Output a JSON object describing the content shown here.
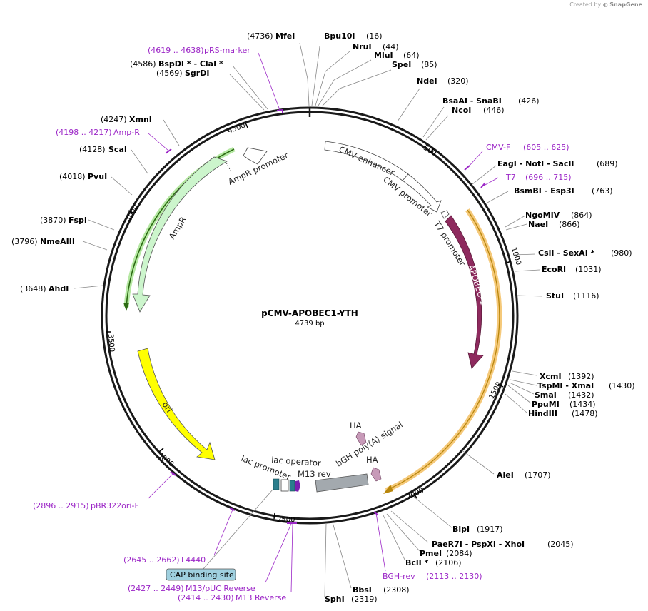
{
  "credit": {
    "prefix": "Created by",
    "brand": "SnapGene"
  },
  "plasmid": {
    "name": "pCMV-APOBEC1-YTH",
    "size_label": "4739 bp",
    "length": 4739
  },
  "scale_ticks": [
    "500",
    "1000",
    "1500",
    "2000",
    "2500",
    "3000",
    "3500",
    "4000",
    "4500"
  ],
  "enzymes": [
    {
      "name": "MfeI",
      "pos": "(4736)"
    },
    {
      "name": "Bpu10I",
      "pos": "(16)"
    },
    {
      "name": "NruI",
      "pos": "(44)"
    },
    {
      "name": "MluI",
      "pos": "(64)"
    },
    {
      "name": "SpeI",
      "pos": "(85)"
    },
    {
      "name": "NdeI",
      "pos": "(320)"
    },
    {
      "name": "BsaAI  - SnaBI",
      "pos": "(426)"
    },
    {
      "name": "NcoI",
      "pos": "(446)"
    },
    {
      "name": "EagI  - NotI  - SacII",
      "pos": "(689)"
    },
    {
      "name": "BsmBI  - Esp3I",
      "pos": "(763)"
    },
    {
      "name": "NgoMIV",
      "pos": "(864)"
    },
    {
      "name": "NaeI",
      "pos": "(866)"
    },
    {
      "name": "CsiI  - SexAI *",
      "pos": "(980)"
    },
    {
      "name": "EcoRI",
      "pos": "(1031)"
    },
    {
      "name": "StuI",
      "pos": "(1116)"
    },
    {
      "name": "XcmI",
      "pos": "(1392)"
    },
    {
      "name": "TspMI  - XmaI",
      "pos": "(1430)"
    },
    {
      "name": "SmaI",
      "pos": "(1432)"
    },
    {
      "name": "PpuMI",
      "pos": "(1434)"
    },
    {
      "name": "HindIII",
      "pos": "(1478)"
    },
    {
      "name": "AleI",
      "pos": "(1707)"
    },
    {
      "name": "BlpI",
      "pos": "(1917)"
    },
    {
      "name": "PaeR7I  - PspXI  - XhoI",
      "pos": "(2045)"
    },
    {
      "name": "PmeI",
      "pos": "(2084)"
    },
    {
      "name": "BclI *",
      "pos": "(2106)"
    },
    {
      "name": "BbsI",
      "pos": "(2308)"
    },
    {
      "name": "SphI",
      "pos": "(2319)"
    },
    {
      "name": "AhdI",
      "pos": "(3648)"
    },
    {
      "name": "NmeAIII",
      "pos": "(3796)"
    },
    {
      "name": "FspI",
      "pos": "(3870)"
    },
    {
      "name": "PvuI",
      "pos": "(4018)"
    },
    {
      "name": "ScaI",
      "pos": "(4128)"
    },
    {
      "name": "XmnI",
      "pos": "(4247)"
    },
    {
      "name": "SgrDI",
      "pos": "(4569)"
    },
    {
      "name": "BspDI *  - ClaI *",
      "pos": "(4586)"
    }
  ],
  "primers": [
    {
      "name": "pRS-marker",
      "range": "(4619 .. 4638)"
    },
    {
      "name": "CMV-F",
      "range": "(605 .. 625)"
    },
    {
      "name": "T7",
      "range": "(696 .. 715)"
    },
    {
      "name": "Amp-R",
      "range": "(4198 .. 4217)"
    },
    {
      "name": "pBR322ori-F",
      "range": "(2896 .. 2915)"
    },
    {
      "name": "L4440",
      "range": "(2645 .. 2662)"
    },
    {
      "name": "M13/pUC Reverse",
      "range": "(2427 .. 2449)"
    },
    {
      "name": "M13 Reverse",
      "range": "(2414 .. 2430)"
    },
    {
      "name": "BGH-rev",
      "range": "(2113 .. 2130)"
    }
  ],
  "features": {
    "cmv_enhancer": "CMV enhancer",
    "cmv_promoter": "CMV promoter",
    "t7_promoter": "T7 promoter",
    "apobec": "APOBEC-1",
    "ampr_promoter": "AmpR promoter",
    "ampr": "AmpR",
    "ori": "ori",
    "lac_promoter": "lac promoter",
    "lac_operator": "lac operator",
    "m13_rev": "M13 rev",
    "bgh": "bGH poly(A) signal",
    "ha1": "HA",
    "ha2": "HA",
    "cap": "CAP binding site"
  },
  "colors": {
    "backbone": "#1a1a1a",
    "primer": "#9c27c7",
    "apobec": "#8e2a5e",
    "ampr": "#ccf5cc",
    "ori": "#ffff00",
    "orf_yellow": "#f2b33d",
    "orf_green": "#2d6b14",
    "bgh": "#a3a9ae",
    "ha": "#c79ab8",
    "lac_teal": "#2a7e8c",
    "m13": "#7a1fb0",
    "cap": "#9fd0df"
  }
}
